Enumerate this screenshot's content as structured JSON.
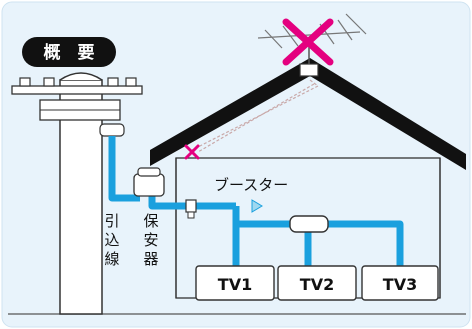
{
  "badge": {
    "label": "概　要"
  },
  "booster_label": "ブースター",
  "vertical_labels": [
    {
      "chars": [
        "引",
        "込",
        "線"
      ]
    },
    {
      "chars": [
        "保",
        "安",
        "器"
      ]
    }
  ],
  "tvs": [
    {
      "label": "TV1"
    },
    {
      "label": "TV2"
    },
    {
      "label": "TV3"
    }
  ],
  "colors": {
    "background": "#e8f3fb",
    "cable": "#1aa0de",
    "roof": "#111111",
    "pole": "#ffffff",
    "cross_mark": "#e4007f",
    "badge_bg": "#111111"
  }
}
